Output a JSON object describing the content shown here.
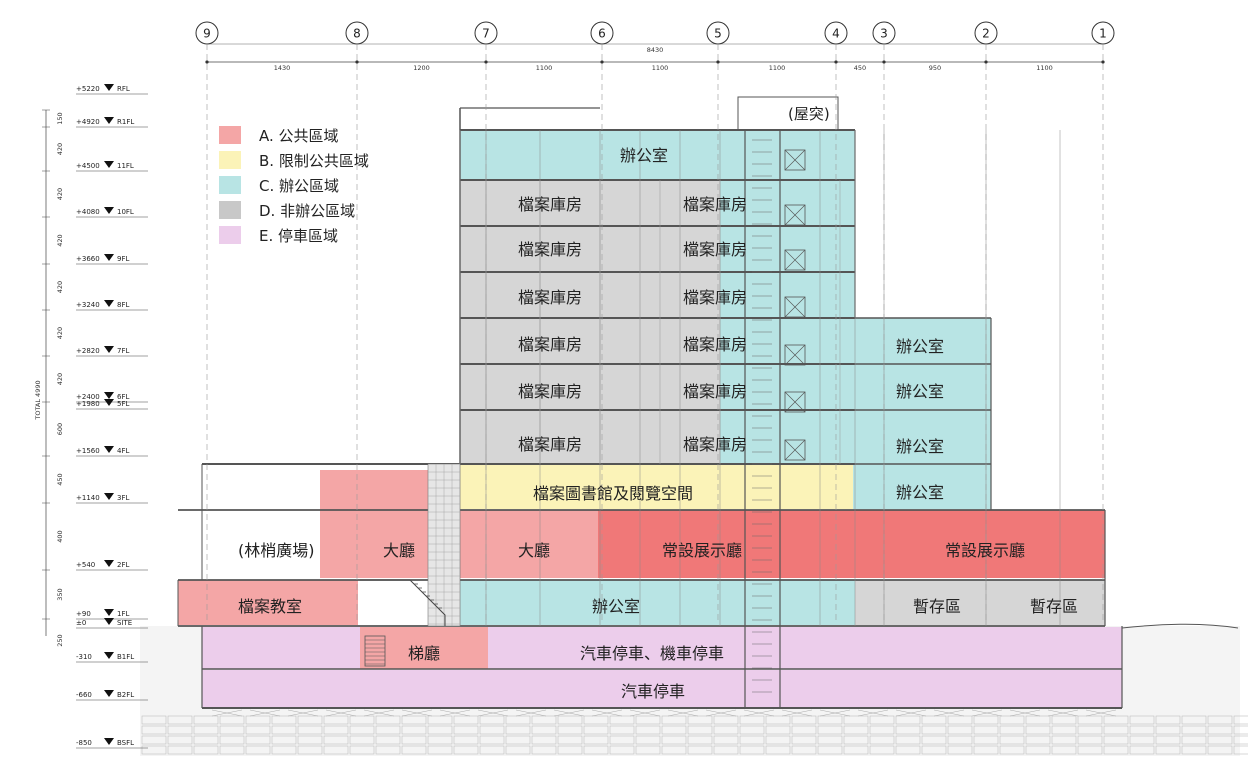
{
  "grid_axes": [
    "9",
    "8",
    "7",
    "6",
    "5",
    "4",
    "3",
    "2",
    "1"
  ],
  "overall_dimension": "8430",
  "bay_dimensions": [
    "1430",
    "1200",
    "1100",
    "1100",
    "1100",
    "450",
    "950",
    "1100"
  ],
  "vertical_dimensions": [
    "150",
    "420",
    "420",
    "420",
    "420",
    "420",
    "420",
    "600",
    "450",
    "400",
    "350",
    "250"
  ],
  "vertical_total": "TOTAL 4990",
  "levels": [
    {
      "label": "+5220",
      "name": "RFL"
    },
    {
      "label": "+4920",
      "name": "R1FL"
    },
    {
      "label": "+4500",
      "name": "11FL"
    },
    {
      "label": "+4080",
      "name": "10FL"
    },
    {
      "label": "+3660",
      "name": "9FL"
    },
    {
      "label": "+3240",
      "name": "8FL"
    },
    {
      "label": "+2820",
      "name": "7FL"
    },
    {
      "label": "+2400",
      "name": "6FL"
    },
    {
      "label": "+1980",
      "name": "5FL"
    },
    {
      "label": "+1560",
      "name": "4FL"
    },
    {
      "label": "+1140",
      "name": "3FL"
    },
    {
      "label": "+540",
      "name": "2FL"
    },
    {
      "label": "+90",
      "name": "1FL"
    },
    {
      "label": "±0",
      "name": "SITE"
    },
    {
      "label": "-310",
      "name": "B1FL"
    },
    {
      "label": "-660",
      "name": "B2FL"
    },
    {
      "label": "-850",
      "name": "BSFL"
    }
  ],
  "legend": [
    {
      "label": "A. 公共區域",
      "color": "#f4a6a6"
    },
    {
      "label": "B. 限制公共區域",
      "color": "#fbf3b8"
    },
    {
      "label": "C. 辦公區域",
      "color": "#b8e4e4"
    },
    {
      "label": "D. 非辦公區域",
      "color": "#c8c8c8"
    },
    {
      "label": "E. 停車區域",
      "color": "#eccdeb"
    }
  ],
  "colors": {
    "public": "#f4a6a6",
    "public_strong": "#f07878",
    "restricted": "#fbf3b8",
    "office": "#b8e4e4",
    "non_office": "#d6d6d6",
    "parking": "#eccdeb",
    "line": "#555555"
  },
  "rooms": {
    "rooftop": "(屋突)",
    "office_11f": "辦公室",
    "archive": "檔案庫房",
    "office_east": "辦公室",
    "library": "檔案圖書館及閱覽空間",
    "plaza": "(林梢廣場)",
    "lobby": "大廳",
    "exhibition": "常設展示廳",
    "classroom": "檔案教室",
    "office_1f": "辦公室",
    "storage": "暫存區",
    "stair_hall": "梯廳",
    "parking_b1": "汽車停車、機車停車",
    "parking_b2": "汽車停車"
  }
}
